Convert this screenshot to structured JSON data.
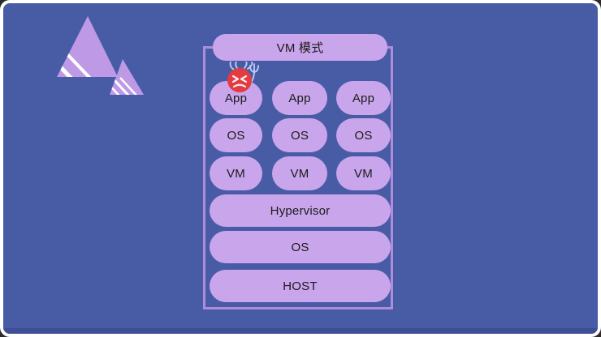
{
  "diagram": {
    "title": "VM 模式",
    "grid_rows": [
      [
        "App",
        "App",
        "App"
      ],
      [
        "OS",
        "OS",
        "OS"
      ],
      [
        "VM",
        "VM",
        "VM"
      ]
    ],
    "layers": [
      "Hypervisor",
      "OS",
      "HOST"
    ]
  },
  "icons": {
    "devil": "angry-face-with-horns-and-trident",
    "logo": "purple-striped-mountain-triangles"
  },
  "colors": {
    "background": "#485CA6",
    "box_fill": "#C9A5EC",
    "panel_border": "#B08CDB",
    "devil_red": "#E23B41",
    "horn_trident": "#C3CDF5",
    "logo_purple": "#BE9AE6",
    "text": "#1B1B1B",
    "frame": "#FFFFFF"
  }
}
